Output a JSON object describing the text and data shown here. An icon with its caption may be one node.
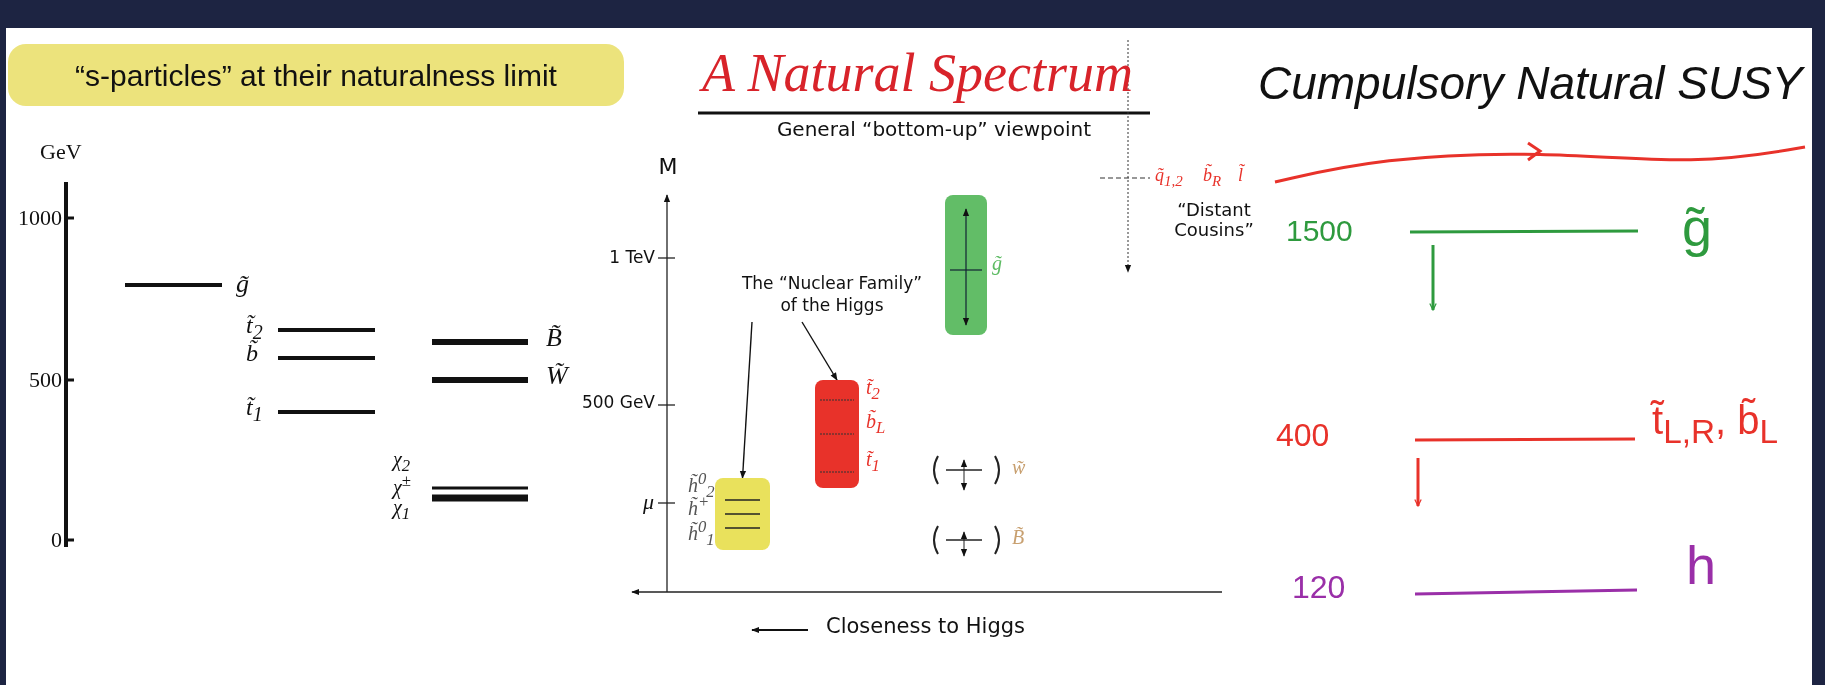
{
  "diagram": {
    "nodes": [
      {
        "text": [
          "“s-particles” at their naturalness limit"
        ]
      },
      {
        "text": [],
        "shape": "box",
        "beside": [
          "h̃$^{0}$$_{2}$",
          "h̃$^{+}$",
          "h̃$^{0}$$_{1}$"
        ]
      },
      {
        "text": [],
        "shape": "box",
        "beside": [
          "t̃$_{2}$",
          "b̃$_{L}$",
          "t̃$_{1}$"
        ]
      },
      {
        "text": [],
        "shape": "box",
        "beside": [
          "g̃"
        ]
      },
      {
        "text": [
          "The “Nuclear Family” of the Higgs"
        ]
      }
    ],
    "edges": [
      {
        "from": 4,
        "to": 1,
        "arrow": "to"
      },
      {
        "from": 4,
        "to": 2,
        "arrow": "to"
      }
    ],
    "labels": [
      "GeV",
      "1000",
      "500",
      "0",
      "g̃",
      "t̃$_{2}$",
      "b̃",
      "t̃$_{1}$",
      "B̃",
      "W̃",
      "χ$_{2}$",
      "χ$^{±}$",
      "χ$_{1}$",
      "A Natural Spectrum",
      "General “bottom-up” viewpoint",
      "M",
      "1 TeV",
      "500 GeV",
      "μ",
      "q̃$_{1,2}$",
      "b̃$_{R}$",
      "l̃",
      "“Distant Cousins”",
      "w̃",
      "B̃",
      "Closeness to Higgs",
      "Cumpulsory Natural SUSY",
      "1500",
      "g̃",
      "400",
      "t̃$_{L,R}$, b̃$_{L}$",
      "120",
      "h"
    ]
  }
}
